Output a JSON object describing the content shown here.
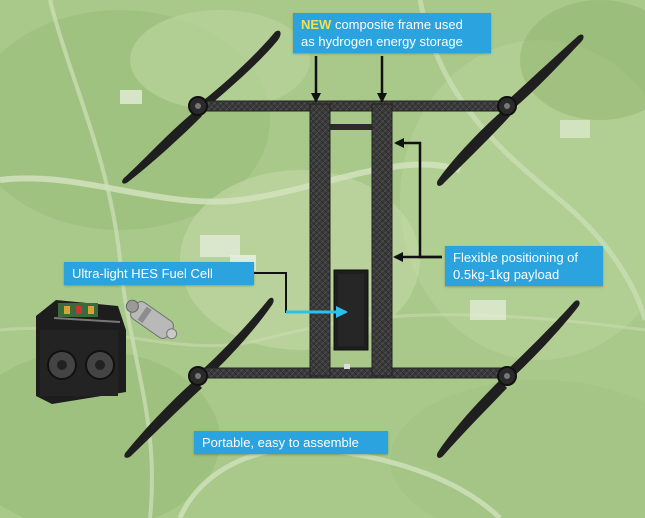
{
  "callouts": {
    "frame": {
      "highlight": "NEW",
      "line1": " composite frame used",
      "line2": "as hydrogen energy storage",
      "highlight_color": "#f2e14a"
    },
    "payload": {
      "line1": "Flexible positioning of",
      "line2": "0.5kg-1kg payload"
    },
    "fuel_cell": {
      "label": "Ultra-light HES Fuel Cell"
    },
    "portable": {
      "label": "Portable, easy to assemble"
    }
  },
  "colors": {
    "callout_background": "#2aa3de",
    "callout_text": "#ffffff",
    "map_green": "#a9c98a",
    "frame_dark": "#3b3b3b",
    "arrow_black": "#111111",
    "arrow_cyan": "#2cc1ea"
  },
  "icons": [
    "quadcopter-drone-icon",
    "fuel-cell-stack-icon",
    "hydrogen-regulator-icon",
    "propeller-icon"
  ]
}
